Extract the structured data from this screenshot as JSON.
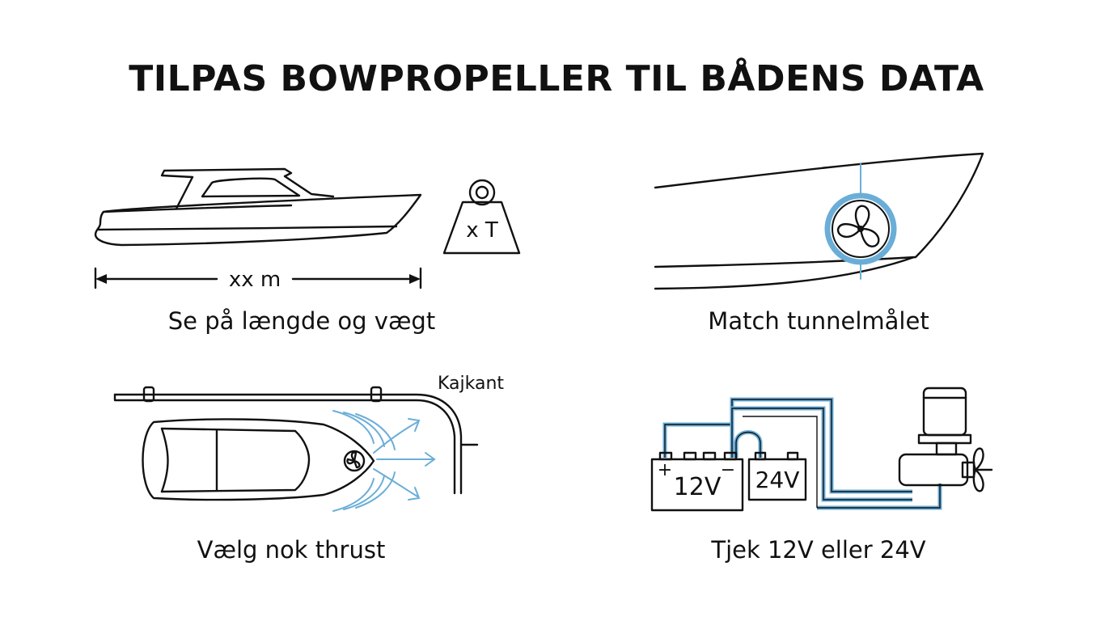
{
  "title": "TILPAS BOWPROPELLER TIL BÅDENS DATA",
  "panels": [
    {
      "caption": "Se på længde og vægt",
      "length_label": "xx m",
      "weight_label": "x T"
    },
    {
      "caption": "Match tunnelmålet"
    },
    {
      "caption": "Vælg nok thrust",
      "quay_label": "Kajkant"
    },
    {
      "caption": "Tjek 12V eller 24V",
      "battery_12v": "12V",
      "battery_24v": "24V",
      "plus_sign": "+",
      "minus_sign": "−"
    }
  ],
  "colors": {
    "ink": "#111111",
    "accent_blue": "#6aaed8"
  }
}
